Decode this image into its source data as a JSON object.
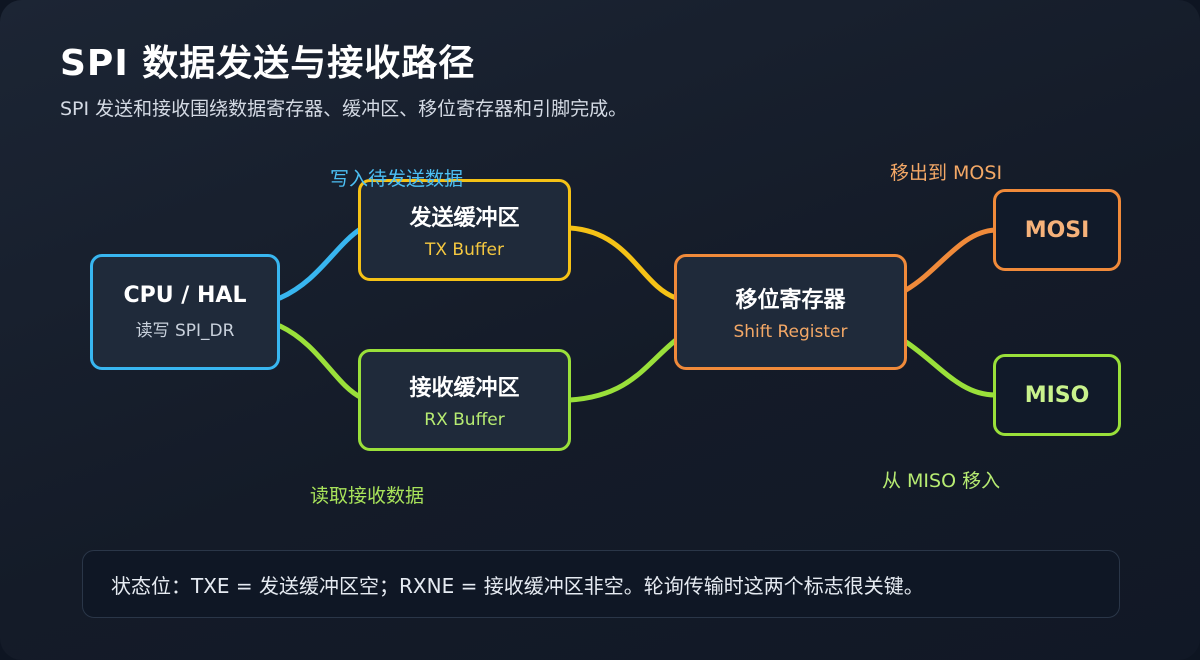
{
  "header": {
    "title": "SPI 数据发送与接收路径",
    "subtitle": "SPI 发送和接收围绕数据寄存器、缓冲区、移位寄存器和引脚完成。"
  },
  "nodes": {
    "cpu": {
      "title": "CPU / HAL",
      "subtitle": "读写 SPI_DR",
      "color": "#38b6f0"
    },
    "tx": {
      "title": "发送缓冲区",
      "subtitle": "TX Buffer",
      "color": "#f5c216"
    },
    "rx": {
      "title": "接收缓冲区",
      "subtitle": "RX Buffer",
      "color": "#9ae03a"
    },
    "shift": {
      "title": "移位寄存器",
      "subtitle": "Shift Register",
      "color": "#f08a3a"
    },
    "mosi": {
      "title": "MOSI",
      "color": "#f08a3a"
    },
    "miso": {
      "title": "MISO",
      "color": "#9ae03a"
    }
  },
  "edge_labels": {
    "write_tx": "写入待发送数据",
    "read_rx": "读取接收数据",
    "shift_out": "移出到 MOSI",
    "shift_in": "从 MISO 移入"
  },
  "status_bar": {
    "text": "状态位：TXE = 发送缓冲区空；RXNE = 接收缓冲区非空。轮询传输时这两个标志很关键。"
  }
}
